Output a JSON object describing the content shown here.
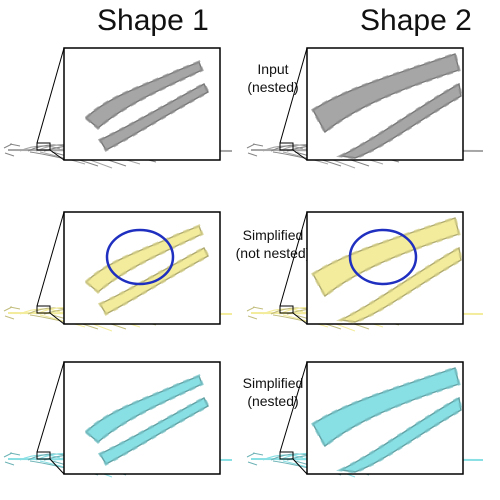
{
  "columns": [
    {
      "title": "Shape 1"
    },
    {
      "title": "Shape 2"
    }
  ],
  "rows": [
    {
      "label_lines": [
        "Input",
        "(nested)"
      ],
      "render_color": "#a6a6a6",
      "highlight": false
    },
    {
      "label_lines": [
        "Simplified",
        "(not nested)"
      ],
      "render_color": "#f3ec9c",
      "highlight": true
    },
    {
      "label_lines": [
        "Simplified",
        "(nested)"
      ],
      "render_color": "#88dfe4",
      "highlight": true
    }
  ],
  "colors": {
    "zoom_frame": "#000000",
    "highlight_circle": "#1f2fbf"
  }
}
